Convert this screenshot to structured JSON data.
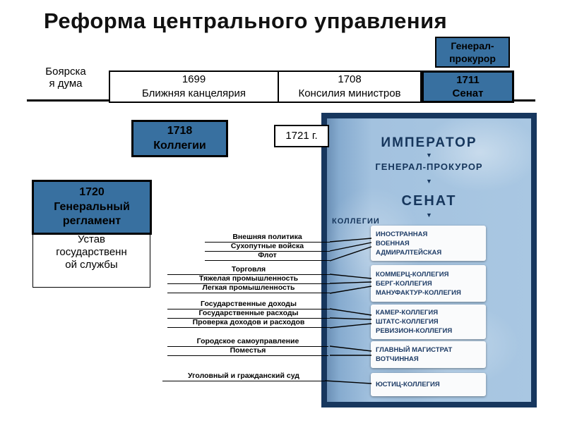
{
  "title": "Реформа центрального управления",
  "timeline": {
    "boyar_duma": "Боярская дума",
    "box_1699": {
      "year": "1699",
      "label": "Ближняя канцелярия"
    },
    "box_1708": {
      "year": "1708",
      "label": "Консилия министров"
    },
    "box_1711": {
      "year": "1711",
      "label": "Сенат"
    },
    "general_prokuror": "Генерал-прокурор"
  },
  "left_column": {
    "box_1718": {
      "year": "1718",
      "label": "Коллегии"
    },
    "box_1721": "1721 г.",
    "box_1720": {
      "year": "1720",
      "line1": "Генеральный",
      "line2": "регламент"
    },
    "ustav": "Устав государственной службы"
  },
  "callouts": {
    "foreign": [
      "Внешняя политика",
      "Сухопутные войска",
      "Флот"
    ],
    "economy": [
      "Торговля",
      "Тяжелая промышленность",
      "Легкая промышленность"
    ],
    "finance": [
      "Государственные доходы",
      "Государственные расходы",
      "Проверка доходов и расходов"
    ],
    "local": [
      "Городское самоуправление",
      "Поместья"
    ],
    "court": [
      "Уголовный и гражданский суд"
    ]
  },
  "diagram": {
    "emperor": "ИМПЕРАТОР",
    "general_prokuror": "ГЕНЕРАЛ-ПРОКУРОР",
    "senate": "СЕНАТ",
    "kollegii_label": "КОЛЛЕГИИ",
    "boxes": [
      [
        "ИНОСТРАННАЯ",
        "ВОЕННАЯ",
        "АДМИРАЛТЕЙСКАЯ"
      ],
      [
        "КОММЕРЦ-КОЛЛЕГИЯ",
        "БЕРГ-КОЛЛЕГИЯ",
        "МАНУФАКТУР-КОЛЛЕГИЯ"
      ],
      [
        "КАМЕР-КОЛЛЕГИЯ",
        "ШТАТС-КОЛЛЕГИЯ",
        "РЕВИЗИОН-КОЛЛЕГИЯ"
      ],
      [
        "ГЛАВНЫЙ МАГИСТРАТ",
        "ВОТЧИННАЯ"
      ],
      [
        "ЮСТИЦ-КОЛЛЕГИЯ"
      ]
    ]
  },
  "icons": {
    "down_arrow": "▼"
  },
  "colors": {
    "accent_blue": "#3870A0",
    "frame_navy": "#17375E",
    "page_blue": "#9FBEDC"
  }
}
